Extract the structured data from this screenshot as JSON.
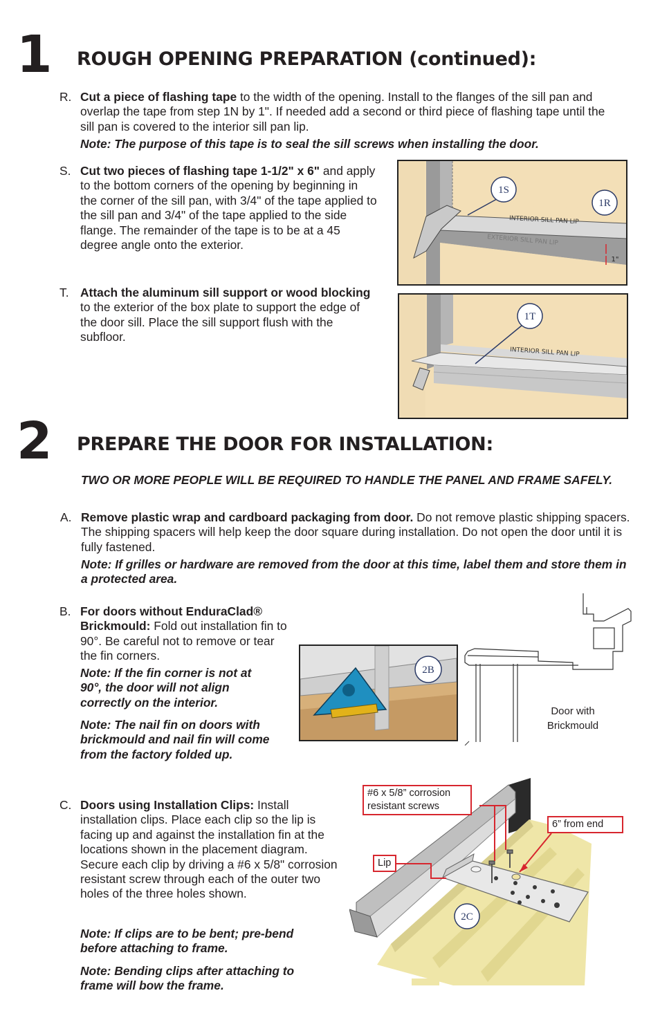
{
  "section1": {
    "number": "1",
    "title": "ROUGH OPENING PREPARATION (continued):",
    "stepR": {
      "letter": "R.",
      "bold": "Cut a piece of flashing tape",
      "text": " to the width of the opening. Install to the flanges of the sill pan and overlap the tape from step 1N by 1\". If needed add a second or third piece of flashing tape until the sill pan is covered to the interior sill pan lip.",
      "note": "Note: The purpose of this tape is to seal the sill screws when installing the door."
    },
    "stepS": {
      "letter": "S.",
      "bold": "Cut two pieces of flashing tape 1-1/2\" x 6\"",
      "text": " and apply to the bottom corners of the opening by beginning in the corner of the sill pan, with 3/4\" of the tape applied to the sill pan and 3/4\" of the tape applied to the side flange. The remainder of the tape is to be at a 45 degree angle onto the exterior."
    },
    "stepT": {
      "letter": "T.",
      "bold": "Attach the aluminum sill support or wood blocking",
      "text": " to the exterior of the box plate to support the edge of the door sill. Place the sill support flush with the subfloor."
    },
    "figure1": {
      "callout_s": "1S",
      "callout_r": "1R",
      "interior_lip": "INTERIOR SILL PAN LIP",
      "exterior_lip": "EXTERIOR SILL PAN LIP",
      "dimension": "1\""
    },
    "figure2": {
      "callout_t": "1T",
      "interior_lip": "INTERIOR SILL PAN LIP"
    }
  },
  "section2": {
    "number": "2",
    "title": "PREPARE THE DOOR FOR INSTALLATION:",
    "warning": "TWO OR MORE PEOPLE WILL BE REQUIRED TO HANDLE THE PANEL AND FRAME SAFELY.",
    "stepA": {
      "letter": "A.",
      "bold": "Remove plastic wrap and cardboard packaging from door.",
      "text": " Do not remove plastic shipping spacers. The shipping spacers will help keep the door square during installation. Do not open the door until it is fully fastened.",
      "note": "Note: If grilles or hardware are removed from the door at this time, label them and store them in a protected area."
    },
    "stepB": {
      "letter": "B.",
      "bold": "For doors without EnduraClad® Brickmould:",
      "text": " Fold out installation fin to 90°. Be careful not to remove or tear the fin corners.",
      "note1": "Note: If the fin corner is not at 90°, the door will not align correctly on the interior.",
      "note2": "Note: The nail fin on doors with brickmould and nail fin will come from the factory folded up."
    },
    "figure2b": {
      "callout": "2B",
      "caption_line1": "Door with",
      "caption_line2": "Brickmould"
    },
    "stepC": {
      "letter": "C.",
      "bold": "Doors using Installation Clips:",
      "text": " Install installation clips. Place  each clip so the lip is facing up and against the installation fin at the locations shown in the placement diagram. Secure each clip by driving a #6 x 5/8\" corrosion resistant screw through each of the outer two holes of the three holes shown.",
      "note1": "Note: If clips are to be bent; pre-bend before attaching to frame.",
      "note2": "Note: Bending clips after attaching to frame will bow the frame."
    },
    "figure2c": {
      "callout": "2C",
      "screws_label_line1": "#6 x 5/8” corrosion",
      "screws_label_line2": "resistant screws",
      "from_end_label": "6” from end",
      "lip_label": "Lip"
    }
  },
  "colors": {
    "text": "#231f20",
    "callout_border": "#d7262e",
    "callout_circle": "#2b3a66",
    "figure_background": "#f3dfb7"
  }
}
